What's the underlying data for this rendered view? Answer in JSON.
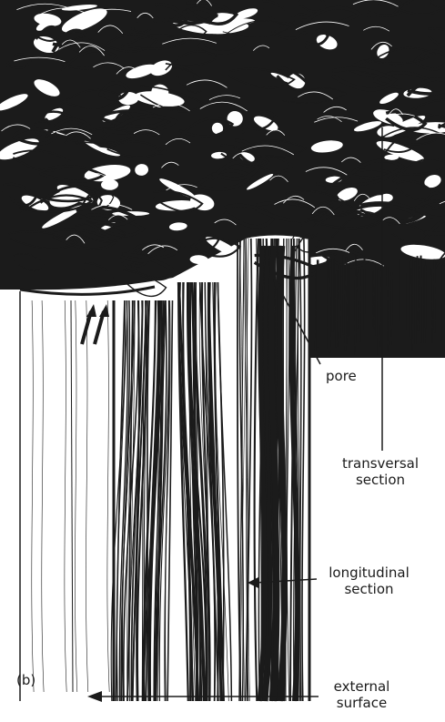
{
  "panel_label": "(b)",
  "labels": {
    "pore": "pore",
    "transversal_line1": "transversal",
    "transversal_line2": "section",
    "longitudinal_line1": "longitudinal",
    "longitudinal_line2": "section",
    "external_line1": "external",
    "external_line2": "surface"
  },
  "colors": {
    "ink": "#1b1b1b",
    "paper": "#ffffff"
  }
}
